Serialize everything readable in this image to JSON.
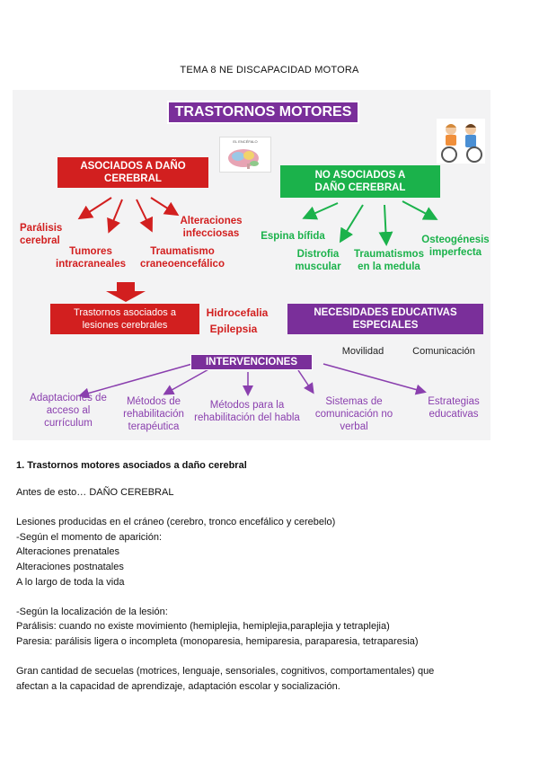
{
  "document": {
    "title": "TEMA 8 NE DISCAPACIDAD MOTORA"
  },
  "diagram": {
    "main_title": "TRASTORNOS MOTORES",
    "brain_image_caption": "EL ENCÉFALO",
    "associated_box": "ASOCIADOS A DAÑO CEREBRAL",
    "not_associated_box": "NO ASOCIADOS A DAÑO CEREBRAL",
    "associated_items": [
      "Parálisis cerebral",
      "Tumores intracraneales",
      "Traumatismo craneoencefálico",
      "Alteraciones infecciosas"
    ],
    "not_associated_items": [
      "Espina bífida",
      "Distrofia muscular",
      "Traumatismos en la medula",
      "Osteogénesis imperfecta"
    ],
    "lesions_box": "Trastornos asociados a lesiones cerebrales",
    "lesion_items": [
      "Hidrocefalia",
      "Epilepsia"
    ],
    "nee_box": "NECESIDADES EDUCATIVAS ESPECIALES",
    "nee_items": [
      "Movilidad",
      "Comunicación"
    ],
    "interventions_box": "INTERVENCIONES",
    "interventions": [
      "Adaptaciones de acceso al currículum",
      "Métodos de rehabilitación terapéutica",
      "Métodos para la rehabilitación del habla",
      "Sistemas de comunicación no verbal",
      "Estrategias educativas"
    ],
    "colors": {
      "red": "#d21f1f",
      "green": "#1bb24b",
      "purple": "#7a2f9a"
    }
  },
  "section": {
    "heading": "1.  Trastornos motores asociados a daño cerebral",
    "lines": [
      "Antes de esto… DAÑO CEREBRAL",
      "",
      "Lesiones producidas en el cráneo (cerebro, tronco encefálico y cerebelo)",
      "-Según el momento de aparición:",
      "Alteraciones prenatales",
      "Alteraciones postnatales",
      "A lo largo de toda la vida",
      "",
      "-Según la localización de la lesión:",
      "Parálisis: cuando no existe movimiento (hemiplejia, hemiplejia,paraplejia y tetraplejia)",
      "Paresia: parálisis ligera o incompleta (monoparesia, hemiparesia, paraparesia, tetraparesia)",
      "",
      "Gran cantidad de secuelas (motrices, lenguaje, sensoriales, cognitivos, comportamentales) que",
      "afectan a la capacidad de aprendizaje, adaptación escolar y socialización."
    ]
  }
}
